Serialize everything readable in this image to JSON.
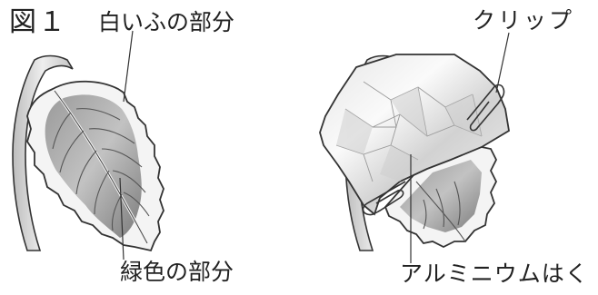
{
  "figure": {
    "title": "図１",
    "labels": {
      "white_part": "白いふの部分",
      "green_part": "緑色の部分",
      "clip": "クリップ",
      "foil": "アルミニウムはく"
    }
  },
  "colors": {
    "outline": "#333333",
    "leaf_green_dark": "#8a8a8a",
    "leaf_green_light": "#b8b8b8",
    "leaf_white": "#f4f4f4",
    "foil_light": "#f0f0f0",
    "foil_dark": "#c9c9c9",
    "stem": "#d9d9d9"
  }
}
